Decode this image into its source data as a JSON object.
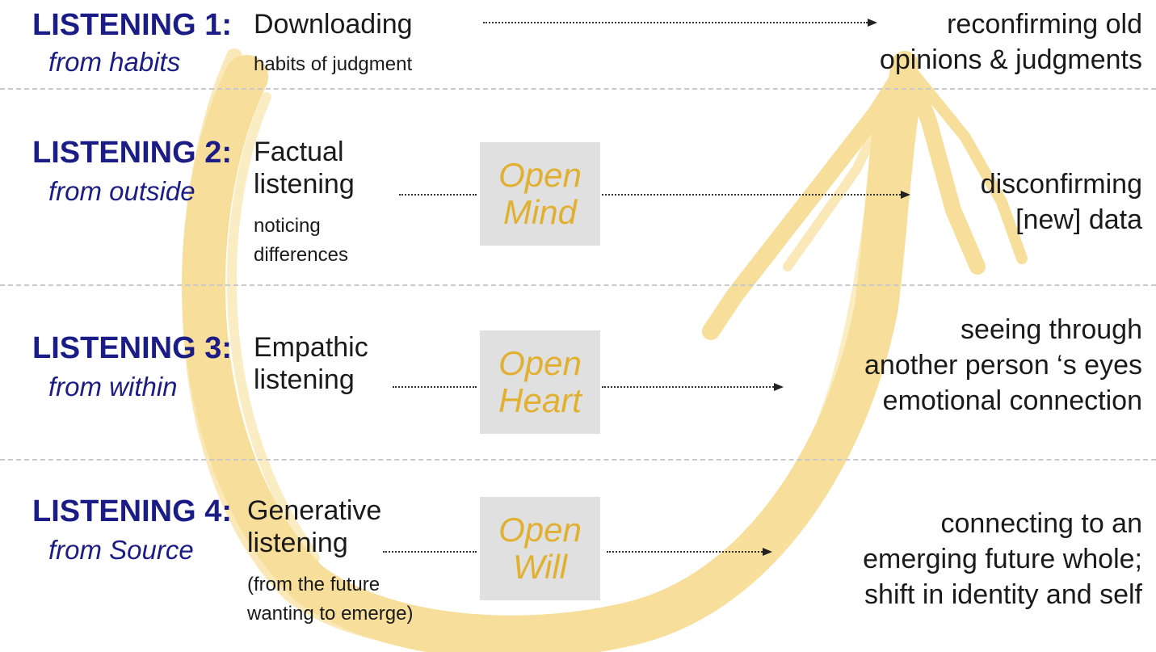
{
  "colors": {
    "level_title": "#1c1c86",
    "open_label": "#e2b030",
    "open_box": "#e0e0e0",
    "brush_stroke": "#f7dc93",
    "divider": "#c9c9c9"
  },
  "levels": [
    {
      "title": "LISTENING 1:",
      "source": "from habits",
      "mode": "Downloading",
      "note": "habits of judgment",
      "open": "",
      "outcome": "reconfirming old\nopinions & judgments"
    },
    {
      "title": "LISTENING 2:",
      "source": "from outside",
      "mode": "Factual\nlistening",
      "note": "noticing\ndifferences",
      "open": "Open\nMind",
      "outcome": "disconfirming\n[new] data"
    },
    {
      "title": "LISTENING 3:",
      "source": "from within",
      "mode": "Empathic\nlistening",
      "note": "",
      "open": "Open\nHeart",
      "outcome": "seeing through\nanother person ‘s eyes\nemotional connection"
    },
    {
      "title": "LISTENING 4:",
      "source": "from Source",
      "mode": "Generative\nlistening",
      "note": "(from the future\nwanting to emerge)",
      "open": "Open\nWill",
      "outcome": "connecting to an\nemerging future whole;\nshift in identity and self"
    }
  ]
}
